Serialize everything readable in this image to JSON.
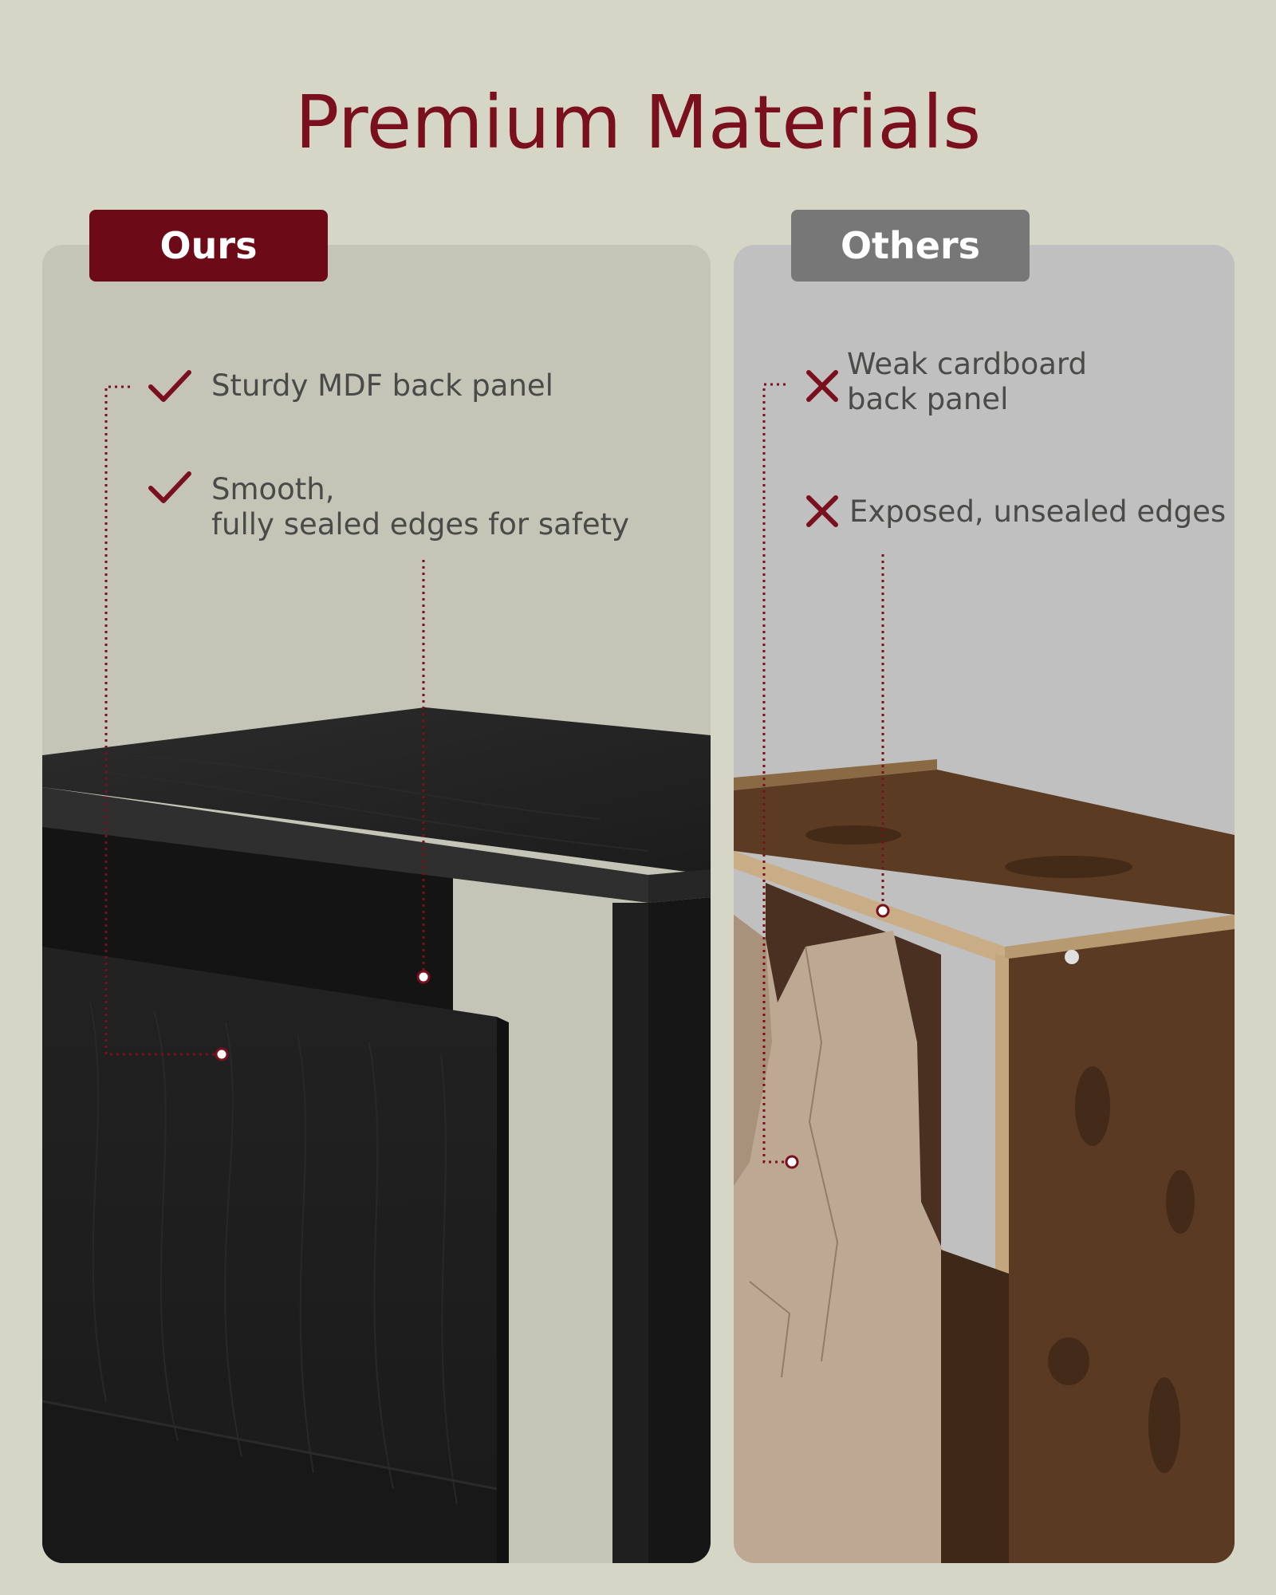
{
  "title": "Premium Materials",
  "ours": {
    "tab_label": "Ours",
    "features": [
      {
        "line1": "Sturdy MDF back panel",
        "line2": ""
      },
      {
        "line1": "Smooth,",
        "line2": "fully sealed edges for safety"
      }
    ],
    "icon": "check-icon"
  },
  "others": {
    "tab_label": "Others",
    "features": [
      {
        "line1": "Weak cardboard",
        "line2": "back panel"
      },
      {
        "line1": "Exposed, unsealed edges",
        "line2": ""
      }
    ],
    "icon": "cross-icon"
  },
  "colors": {
    "accent": "#7a0f1e",
    "tab_ours": "#6d0a18",
    "tab_others": "#777777",
    "background": "#d6d6c7"
  }
}
